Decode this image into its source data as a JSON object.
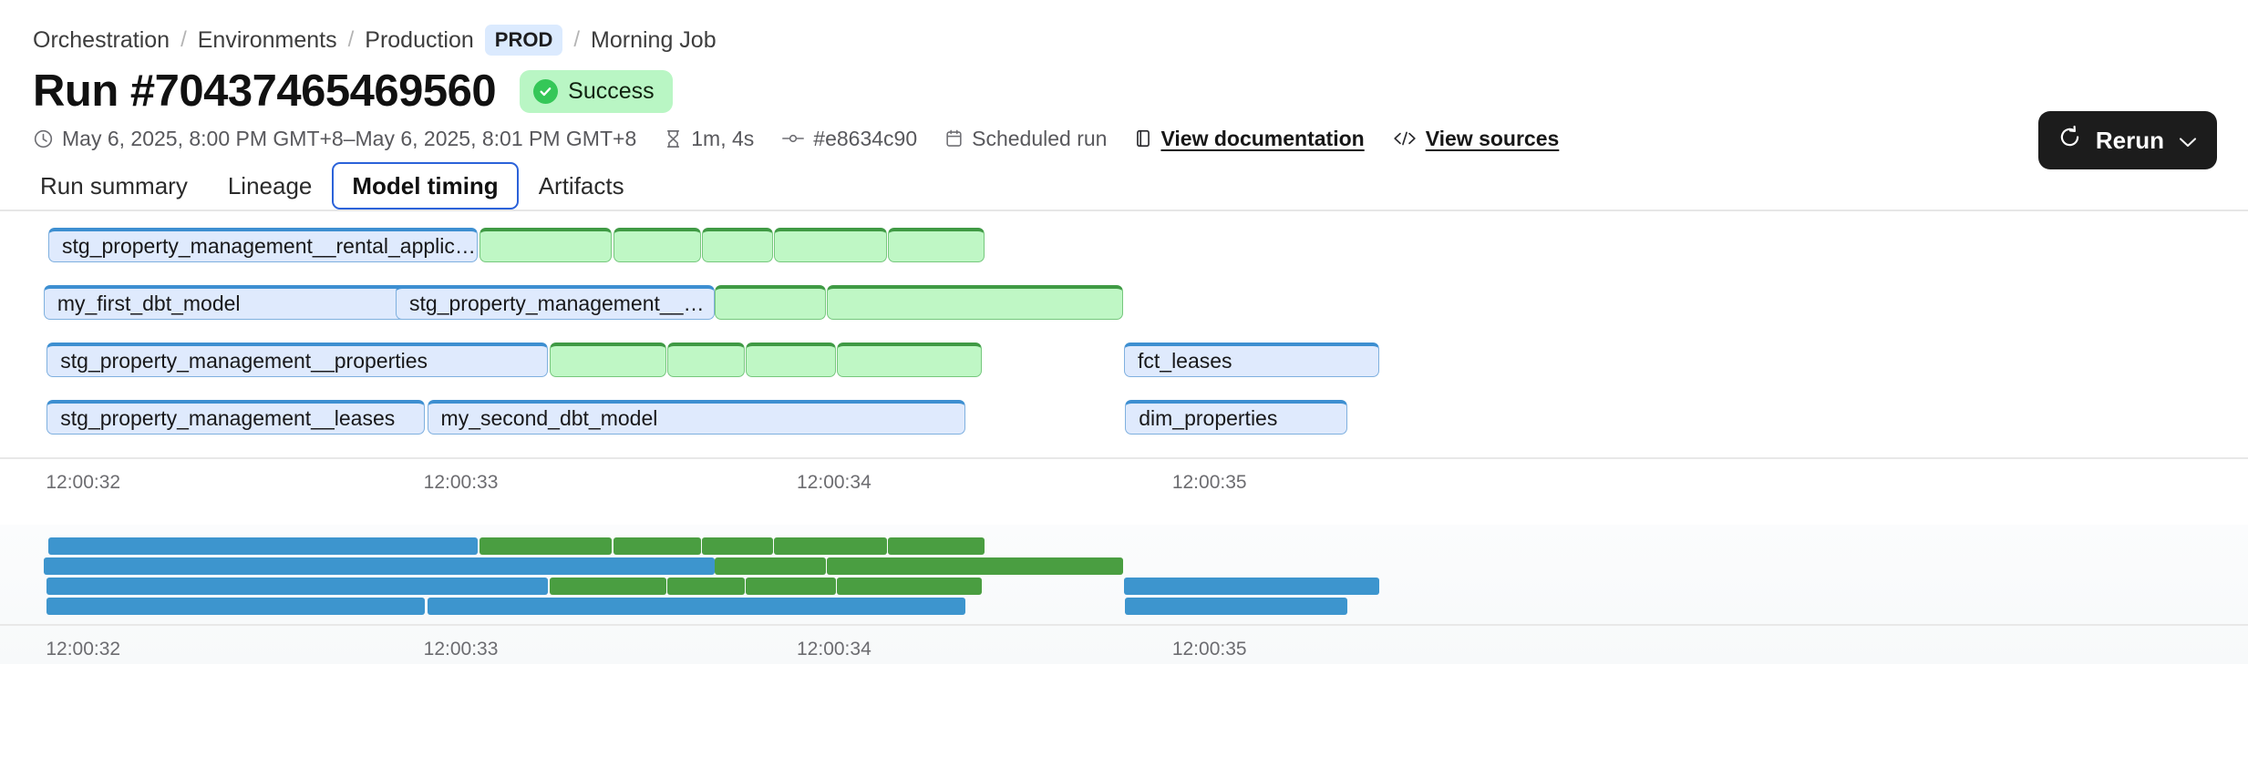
{
  "breadcrumb": {
    "items": [
      {
        "label": "Orchestration",
        "type": "link"
      },
      {
        "label": "Environments",
        "type": "link"
      },
      {
        "label": "Production",
        "type": "link"
      },
      {
        "label": "PROD",
        "type": "chip"
      },
      {
        "label": "Morning Job",
        "type": "link"
      }
    ],
    "separator": "/"
  },
  "header": {
    "title": "Run #70437465469560",
    "status": "Success",
    "status_icon": "check-circle-icon",
    "status_color": "#b9f6c4",
    "accent_color": "#2b62d9"
  },
  "meta": {
    "timerange": "May 6, 2025, 8:00 PM GMT+8–May 6, 2025, 8:01 PM GMT+8",
    "timerange_icon": "clock-icon",
    "duration": "1m, 4s",
    "duration_icon": "hourglass-icon",
    "commit": "#e8634c90",
    "commit_icon": "commit-icon",
    "trigger": "Scheduled run",
    "trigger_icon": "calendar-icon",
    "documentation_link": "View documentation",
    "documentation_icon": "book-icon",
    "sources_link": "View sources",
    "sources_icon": "code-icon"
  },
  "toolbar": {
    "rerun_label": "Rerun",
    "rerun_icon": "refresh-icon",
    "rerun_chevron_icon": "chevron-down-icon"
  },
  "tabs": [
    {
      "label": "Run summary",
      "active": false
    },
    {
      "label": "Lineage",
      "active": false
    },
    {
      "label": "Model timing",
      "active": true
    },
    {
      "label": "Artifacts",
      "active": false
    }
  ],
  "chart_data": {
    "type": "bar",
    "title": "Model timing",
    "xlabel": "",
    "ylabel": "",
    "grid": false,
    "legend": "none",
    "axis_ticks": [
      "12:00:32",
      "12:00:33",
      "12:00:34",
      "12:00:35"
    ],
    "tick_positions_pct": [
      3.7,
      20.5,
      37.1,
      53.8
    ],
    "colors": {
      "blue_fill": "#dfeafd",
      "blue_border": "#3d8fd1",
      "green_fill": "#bff7c5",
      "green_border": "#3f9a44",
      "mini_blue": "#3d95ce",
      "mini_green": "#4a9e41"
    },
    "rows": [
      {
        "bars": [
          {
            "label": "stg_property_management__rental_applications",
            "color": "blue",
            "left_pct": 2.15,
            "width_pct": 19.1
          },
          {
            "label": "",
            "color": "green",
            "left_pct": 21.33,
            "width_pct": 5.9
          },
          {
            "label": "",
            "color": "green",
            "left_pct": 27.28,
            "width_pct": 3.9
          },
          {
            "label": "",
            "color": "green",
            "left_pct": 31.23,
            "width_pct": 3.16
          },
          {
            "label": "",
            "color": "green",
            "left_pct": 34.44,
            "width_pct": 5.0
          },
          {
            "label": "",
            "color": "green",
            "left_pct": 39.49,
            "width_pct": 4.3
          }
        ]
      },
      {
        "bars": [
          {
            "label": "my_first_dbt_model",
            "color": "blue",
            "left_pct": 1.94,
            "width_pct": 16.55
          },
          {
            "label": "stg_property_management__units",
            "color": "blue",
            "left_pct": 17.6,
            "width_pct": 14.2
          },
          {
            "label": "",
            "color": "green",
            "left_pct": 31.8,
            "width_pct": 4.95
          },
          {
            "label": "",
            "color": "green",
            "left_pct": 36.8,
            "width_pct": 13.15
          }
        ]
      },
      {
        "bars": [
          {
            "label": "stg_property_management__properties",
            "color": "blue",
            "left_pct": 2.08,
            "width_pct": 22.3
          },
          {
            "label": "",
            "color": "green",
            "left_pct": 24.45,
            "width_pct": 5.2
          },
          {
            "label": "",
            "color": "green",
            "left_pct": 29.7,
            "width_pct": 3.45
          },
          {
            "label": "",
            "color": "green",
            "left_pct": 33.18,
            "width_pct": 4.0
          },
          {
            "label": "",
            "color": "green",
            "left_pct": 37.22,
            "width_pct": 6.45
          },
          {
            "label": "fct_leases",
            "color": "blue",
            "left_pct": 50.0,
            "width_pct": 11.35
          }
        ]
      },
      {
        "bars": [
          {
            "label": "stg_property_management__leases",
            "color": "blue",
            "left_pct": 2.08,
            "width_pct": 16.8
          },
          {
            "label": "my_second_dbt_model",
            "color": "blue",
            "left_pct": 19.0,
            "width_pct": 23.95
          },
          {
            "label": "dim_properties",
            "color": "blue",
            "left_pct": 50.05,
            "width_pct": 9.9
          }
        ]
      }
    ],
    "minimap_rows": [
      {
        "bars": [
          {
            "color": "blue",
            "left_pct": 2.15,
            "width_pct": 19.1
          },
          {
            "color": "green",
            "left_pct": 21.33,
            "width_pct": 5.9
          },
          {
            "color": "green",
            "left_pct": 27.28,
            "width_pct": 3.9
          },
          {
            "color": "green",
            "left_pct": 31.23,
            "width_pct": 3.16
          },
          {
            "color": "green",
            "left_pct": 34.44,
            "width_pct": 5.0
          },
          {
            "color": "green",
            "left_pct": 39.49,
            "width_pct": 4.3
          }
        ]
      },
      {
        "bars": [
          {
            "color": "blue",
            "left_pct": 1.94,
            "width_pct": 16.55
          },
          {
            "color": "blue",
            "left_pct": 17.6,
            "width_pct": 14.2
          },
          {
            "color": "green",
            "left_pct": 31.8,
            "width_pct": 4.95
          },
          {
            "color": "green",
            "left_pct": 36.8,
            "width_pct": 13.15
          }
        ]
      },
      {
        "bars": [
          {
            "color": "blue",
            "left_pct": 2.08,
            "width_pct": 22.3
          },
          {
            "color": "green",
            "left_pct": 24.45,
            "width_pct": 5.2
          },
          {
            "color": "green",
            "left_pct": 29.7,
            "width_pct": 3.45
          },
          {
            "color": "green",
            "left_pct": 33.18,
            "width_pct": 4.0
          },
          {
            "color": "green",
            "left_pct": 37.22,
            "width_pct": 6.45
          },
          {
            "color": "blue",
            "left_pct": 50.0,
            "width_pct": 11.35
          }
        ]
      },
      {
        "bars": [
          {
            "color": "blue",
            "left_pct": 2.08,
            "width_pct": 16.8
          },
          {
            "color": "blue",
            "left_pct": 19.0,
            "width_pct": 23.95
          },
          {
            "color": "blue",
            "left_pct": 50.05,
            "width_pct": 9.9
          }
        ]
      }
    ]
  }
}
